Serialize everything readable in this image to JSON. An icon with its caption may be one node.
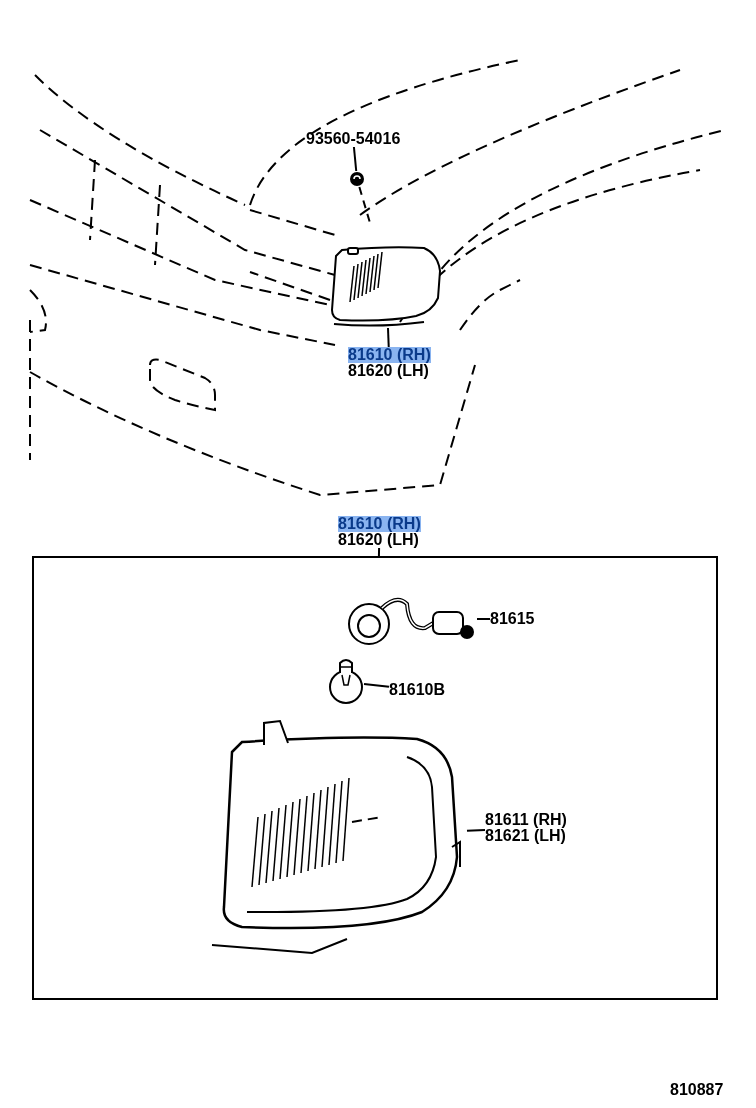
{
  "diagram": {
    "nodes": [
      {
        "text": [
          "93560-54016"
        ]
      },
      {
        "text": [],
        "shape": "picture"
      },
      {
        "text": [
          "81610 (RH)",
          "81620 (LH)"
        ]
      },
      {
        "text": [],
        "shape": "picture"
      },
      {
        "text": [
          "81610 (RH)",
          "81620 (LH)"
        ]
      },
      {
        "text": [],
        "shape": "box"
      },
      {
        "text": [],
        "shape": "picture",
        "in": 5
      },
      {
        "text": [
          "81615"
        ],
        "in": 5
      },
      {
        "text": [],
        "shape": "circle",
        "in": 5
      },
      {
        "text": [
          "81610B"
        ],
        "in": 5
      },
      {
        "text": [],
        "shape": "picture",
        "in": 5
      },
      {
        "text": [
          "81611 (RH)",
          "81621 (LH)"
        ],
        "in": 5
      }
    ],
    "edges": [
      {
        "from": 0,
        "to": 1,
        "arrow": "none"
      },
      {
        "from": 1,
        "to": 3,
        "arrow": "none",
        "style": "dashed"
      },
      {
        "from": 2,
        "to": 3,
        "arrow": "none"
      },
      {
        "from": 4,
        "to": 5,
        "arrow": "none"
      },
      {
        "from": 7,
        "to": 6,
        "arrow": "none"
      },
      {
        "from": 9,
        "to": 8,
        "arrow": "none"
      },
      {
        "from": 11,
        "to": 10,
        "arrow": "none"
      }
    ],
    "labels": [
      "810887"
    ]
  }
}
